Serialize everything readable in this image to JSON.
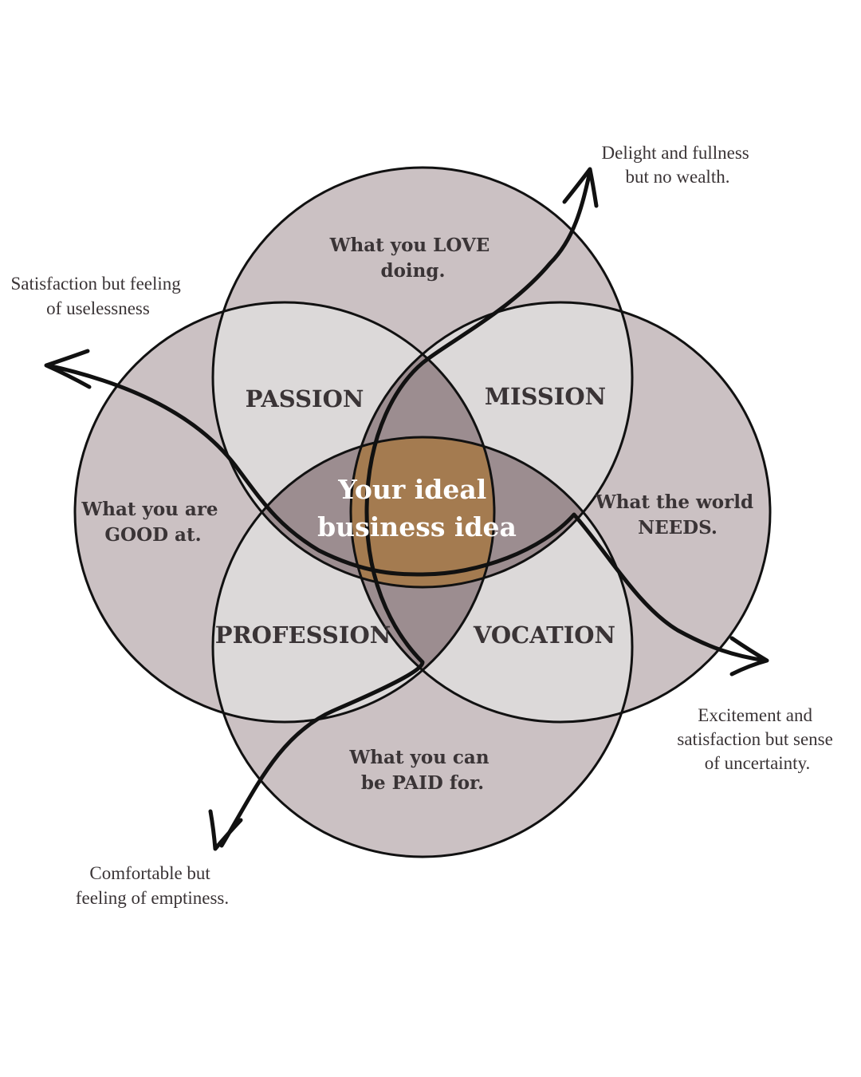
{
  "circles": {
    "love": {
      "line1": "What you LOVE",
      "line2": "doing."
    },
    "good": {
      "line1": "What you are",
      "line2": "GOOD at."
    },
    "needs": {
      "line1": "What the world",
      "line2": "NEEDS."
    },
    "paid": {
      "line1": "What you can",
      "line2": "be PAID for."
    }
  },
  "zones": {
    "passion": "PASSION",
    "mission": "MISSION",
    "profession": "PROFESSION",
    "vocation": "VOCATION"
  },
  "center": {
    "line1": "Your ideal",
    "line2": "business idea"
  },
  "outcomes": {
    "top_right": {
      "line1": "Delight and fullness",
      "line2": "but no wealth."
    },
    "top_left": {
      "line1": "Satisfaction but feeling",
      "line2": "of  uselessness"
    },
    "bottom_right": {
      "line1": "Excitement and",
      "line2": "satisfaction but sense",
      "line3": "of  uncertainty."
    },
    "bottom_left": {
      "line1": "Comfortable but",
      "line2": "feeling of  emptiness."
    }
  },
  "colors": {
    "outer": "#cbc1c3",
    "pair_overlap": "#dcd9d9",
    "triple_overlap": "#9c8d90",
    "center": "#a47b50",
    "stroke": "#111111"
  }
}
